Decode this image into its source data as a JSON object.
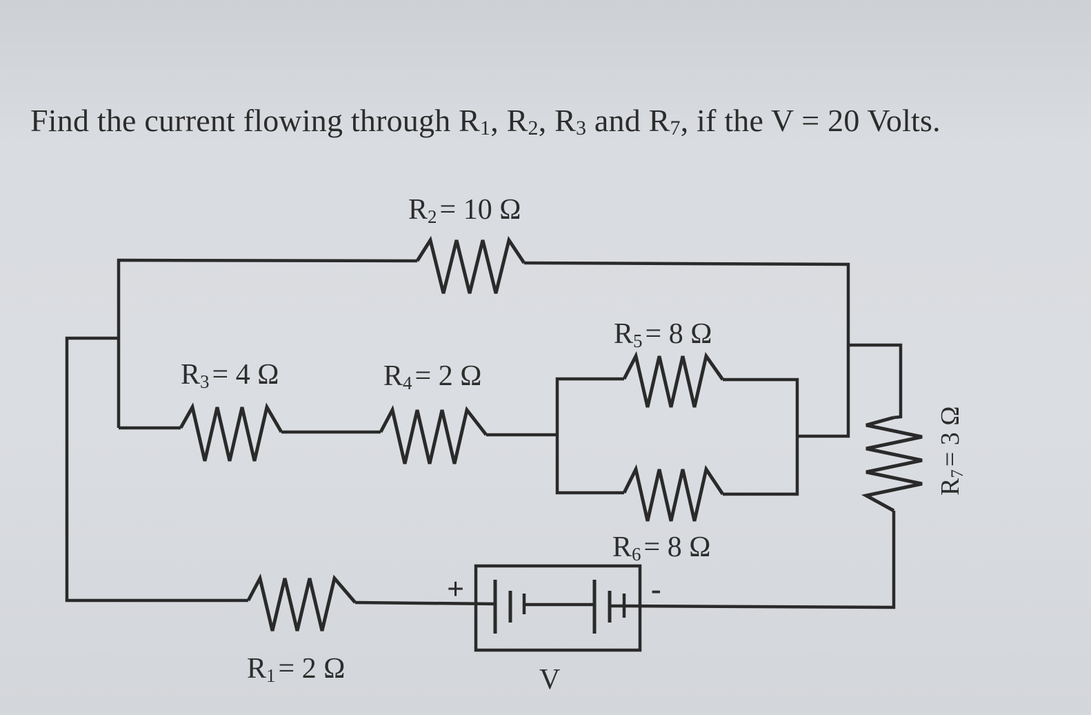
{
  "question": {
    "prefix": "Find the current flowing through R",
    "s1": "1",
    "t1": ", R",
    "s2": "2",
    "t2": ", R",
    "s3": "3",
    "t3": " and R",
    "s7": "7",
    "suffix": ", if the V = 20 Volts."
  },
  "labels": {
    "r2": {
      "name": "R",
      "sub": "2",
      "value": "= 10 Ω"
    },
    "r3": {
      "name": "R",
      "sub": "3",
      "value": "= 4 Ω"
    },
    "r4": {
      "name": "R",
      "sub": "4",
      "value": "= 2 Ω"
    },
    "r5": {
      "name": "R",
      "sub": "5",
      "value": "= 8 Ω"
    },
    "r6": {
      "name": "R",
      "sub": "6",
      "value": "= 8 Ω"
    },
    "r1": {
      "name": "R",
      "sub": "1",
      "value": "= 2 Ω"
    },
    "r7": {
      "name": "R",
      "sub": "7",
      "value": "= 3 Ω"
    },
    "v": "V",
    "plus": "+",
    "minus": "-"
  }
}
